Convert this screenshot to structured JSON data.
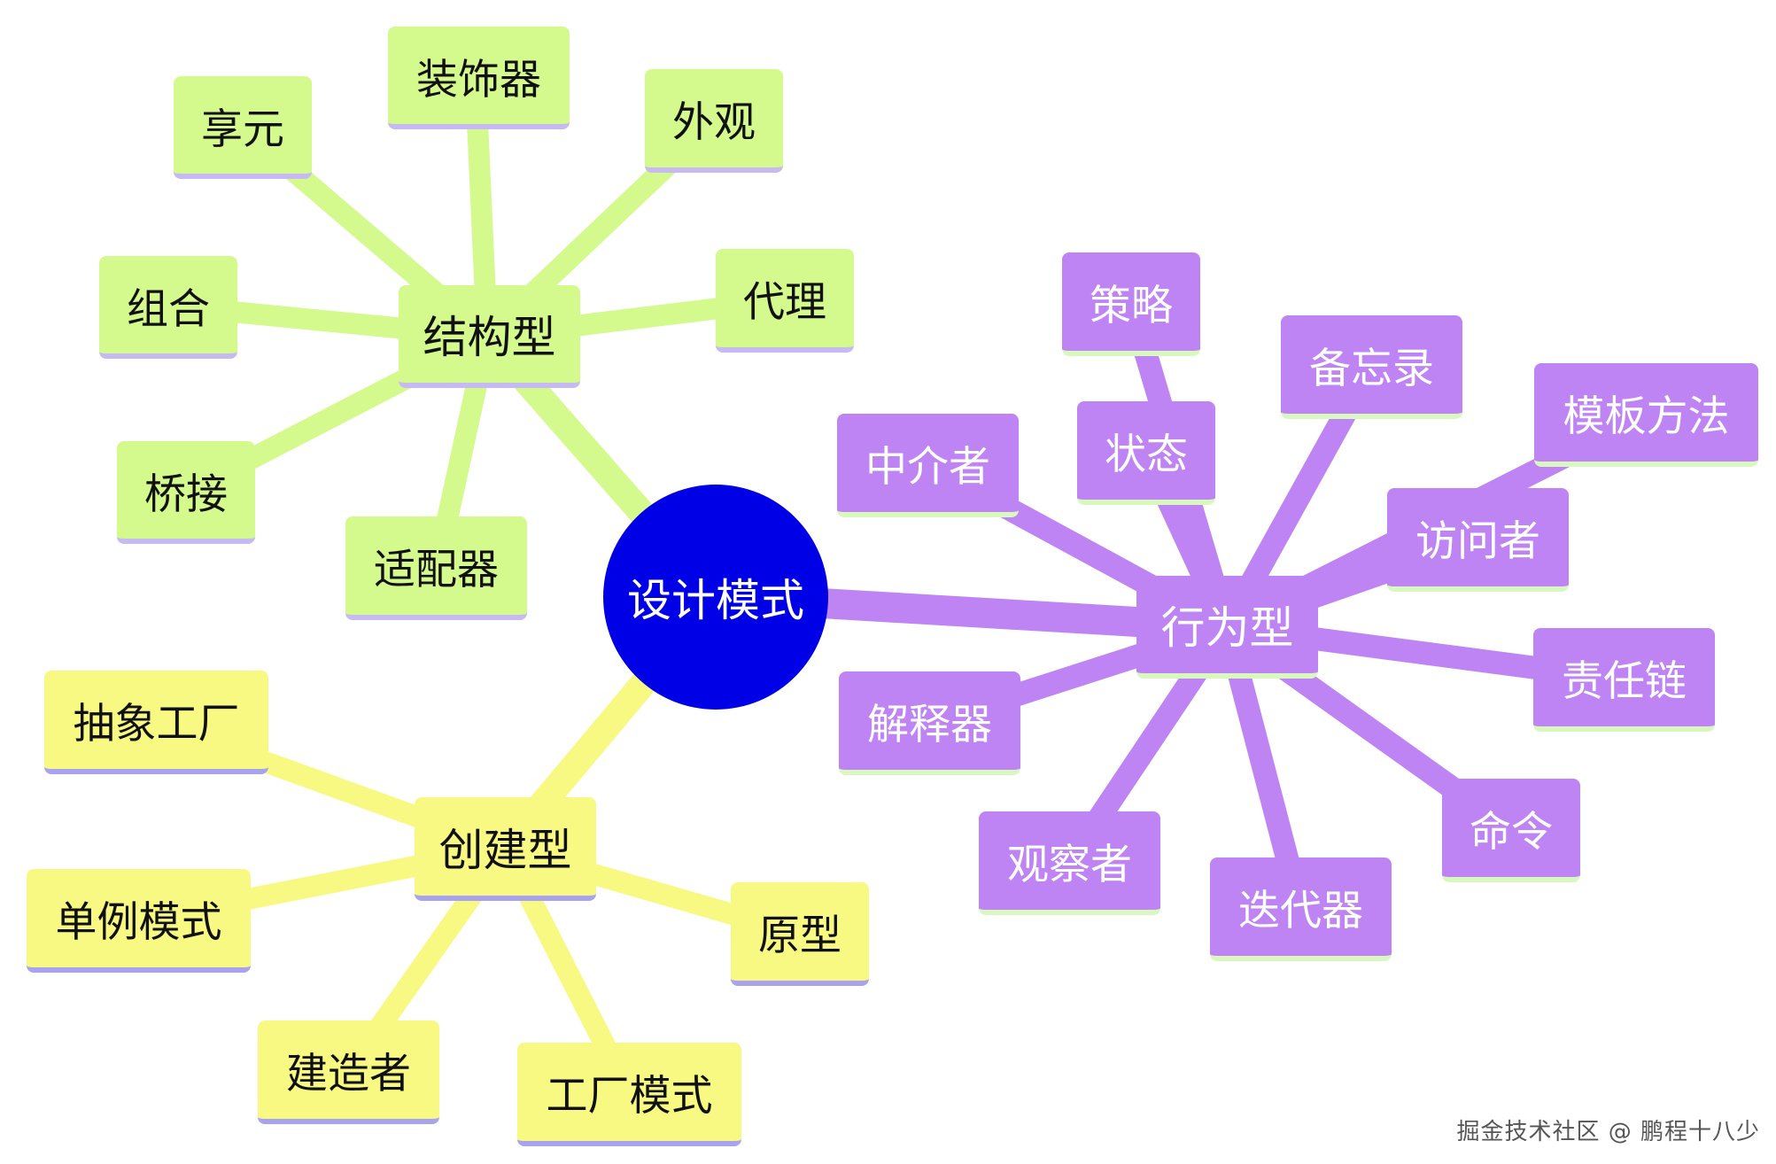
{
  "center": {
    "label": "设计模式",
    "color": "#0000e6"
  },
  "branches": {
    "structural": {
      "label": "结构型",
      "color": "#d4f98c",
      "children": [
        "享元",
        "装饰器",
        "外观",
        "组合",
        "代理",
        "桥接",
        "适配器"
      ]
    },
    "behavioral": {
      "label": "行为型",
      "color": "#be84f4",
      "children": [
        "策略",
        "备忘录",
        "模板方法",
        "中介者",
        "状态",
        "访问者",
        "责任链",
        "解释器",
        "命令",
        "观察者",
        "迭代器"
      ]
    },
    "creational": {
      "label": "创建型",
      "color": "#f8f983",
      "children": [
        "抽象工厂",
        "单例模式",
        "原型",
        "建造者",
        "工厂模式"
      ]
    }
  },
  "watermark": "掘金技术社区 @ 鹏程十八少"
}
